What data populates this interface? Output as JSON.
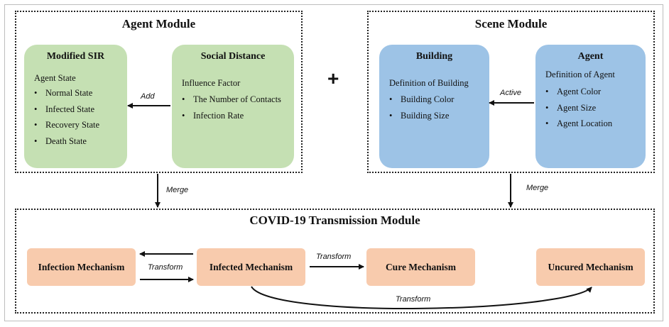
{
  "agent_module": {
    "title": "Agent Module",
    "modified_sir": {
      "title": "Modified SIR",
      "subheading": "Agent State",
      "items": [
        "Normal State",
        "Infected State",
        "Recovery State",
        "Death State"
      ]
    },
    "social_distance": {
      "title": "Social Distance",
      "subheading": "Influence Factor",
      "items": [
        "The Number of Contacts",
        "Infection Rate"
      ]
    },
    "arrow_label": "Add"
  },
  "plus_symbol": "+",
  "scene_module": {
    "title": "Scene Module",
    "building": {
      "title": "Building",
      "subheading": "Definition of Building",
      "items": [
        "Building Color",
        "Building Size"
      ]
    },
    "agent": {
      "title": "Agent",
      "subheading": "Definition of Agent",
      "items": [
        "Agent Color",
        "Agent Size",
        "Agent Location"
      ]
    },
    "arrow_label": "Active"
  },
  "merge_labels": {
    "left": "Merge",
    "right": "Merge"
  },
  "transmission_module": {
    "title": "COVID-19 Transmission Module",
    "boxes": {
      "infection": "Infection Mechanism",
      "infected": "Infected Mechanism",
      "cure": "Cure Mechanism",
      "uncured": "Uncured Mechanism"
    },
    "transform_labels": {
      "infection_infected": "Transform",
      "infected_cure": "Transform",
      "infected_uncured": "Transform"
    }
  },
  "colors": {
    "green": "#c5e0b3",
    "blue": "#9dc3e6",
    "peach": "#f8cbad"
  }
}
